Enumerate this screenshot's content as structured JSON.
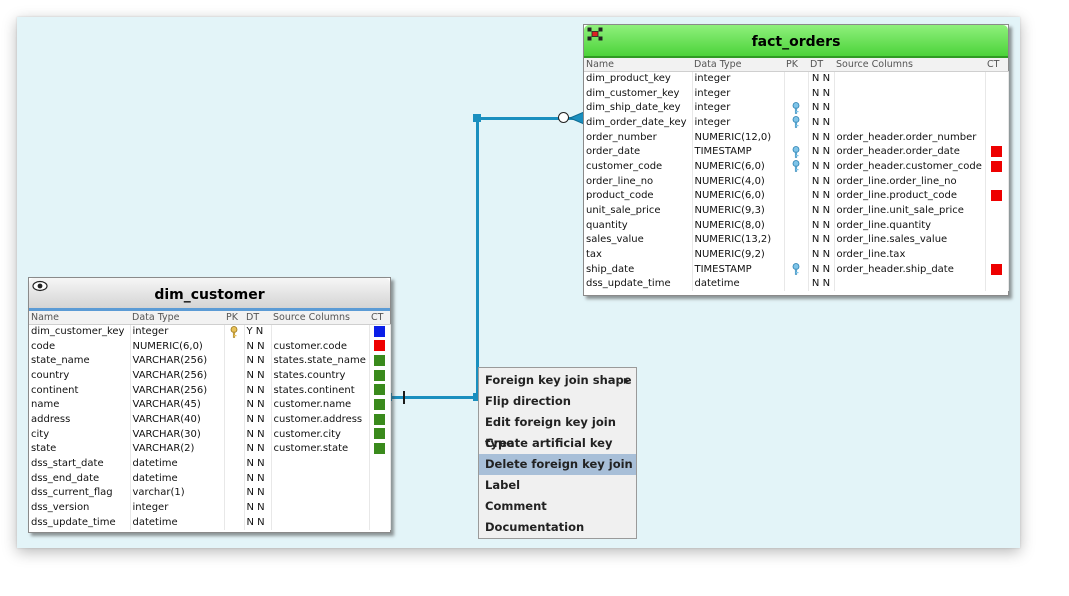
{
  "context_menu": {
    "items": [
      {
        "label": "Foreign key join shape",
        "submenu": true
      },
      {
        "label": "Flip direction"
      },
      {
        "label": "Edit foreign key join type"
      },
      {
        "label": "Create artificial key"
      },
      {
        "label": "Delete foreign key join",
        "highlighted": true
      },
      {
        "label": "Label"
      },
      {
        "label": "Comment"
      },
      {
        "label": "Documentation"
      }
    ]
  },
  "fact_orders": {
    "title": "fact_orders",
    "columns_header": [
      "Name",
      "Data Type",
      "PK",
      "DT",
      "Source Columns",
      "CT"
    ],
    "rows": [
      {
        "name": "dim_product_key",
        "type": "integer",
        "pk": "",
        "key": false,
        "dt": "N",
        "dt2": "N",
        "src": "",
        "ct": ""
      },
      {
        "name": "dim_customer_key",
        "type": "integer",
        "pk": "",
        "key": false,
        "dt": "N",
        "dt2": "N",
        "src": "",
        "ct": ""
      },
      {
        "name": "dim_ship_date_key",
        "type": "integer",
        "pk": "",
        "key": true,
        "dt": "N",
        "dt2": "N",
        "src": "",
        "ct": ""
      },
      {
        "name": "dim_order_date_key",
        "type": "integer",
        "pk": "",
        "key": true,
        "dt": "N",
        "dt2": "N",
        "src": "",
        "ct": ""
      },
      {
        "name": "order_number",
        "type": "NUMERIC(12,0)",
        "pk": "",
        "key": false,
        "dt": "N",
        "dt2": "N",
        "src": "order_header.order_number",
        "ct": ""
      },
      {
        "name": "order_date",
        "type": "TIMESTAMP",
        "pk": "",
        "key": true,
        "dt": "N",
        "dt2": "N",
        "src": "order_header.order_date",
        "ct": "#ee0000"
      },
      {
        "name": "customer_code",
        "type": "NUMERIC(6,0)",
        "pk": "",
        "key": true,
        "dt": "N",
        "dt2": "N",
        "src": "order_header.customer_code",
        "ct": "#ee0000"
      },
      {
        "name": "order_line_no",
        "type": "NUMERIC(4,0)",
        "pk": "",
        "key": false,
        "dt": "N",
        "dt2": "N",
        "src": "order_line.order_line_no",
        "ct": ""
      },
      {
        "name": "product_code",
        "type": "NUMERIC(6,0)",
        "pk": "",
        "key": false,
        "dt": "N",
        "dt2": "N",
        "src": "order_line.product_code",
        "ct": "#ee0000"
      },
      {
        "name": "unit_sale_price",
        "type": "NUMERIC(9,3)",
        "pk": "",
        "key": false,
        "dt": "N",
        "dt2": "N",
        "src": "order_line.unit_sale_price",
        "ct": ""
      },
      {
        "name": "quantity",
        "type": "NUMERIC(8,0)",
        "pk": "",
        "key": false,
        "dt": "N",
        "dt2": "N",
        "src": "order_line.quantity",
        "ct": ""
      },
      {
        "name": "sales_value",
        "type": "NUMERIC(13,2)",
        "pk": "",
        "key": false,
        "dt": "N",
        "dt2": "N",
        "src": "order_line.sales_value",
        "ct": ""
      },
      {
        "name": "tax",
        "type": "NUMERIC(9,2)",
        "pk": "",
        "key": false,
        "dt": "N",
        "dt2": "N",
        "src": "order_line.tax",
        "ct": ""
      },
      {
        "name": "ship_date",
        "type": "TIMESTAMP",
        "pk": "",
        "key": true,
        "dt": "N",
        "dt2": "N",
        "src": "order_header.ship_date",
        "ct": "#ee0000"
      },
      {
        "name": "dss_update_time",
        "type": "datetime",
        "pk": "",
        "key": false,
        "dt": "N",
        "dt2": "N",
        "src": "",
        "ct": ""
      }
    ]
  },
  "dim_customer": {
    "title": "dim_customer",
    "columns_header": [
      "Name",
      "Data Type",
      "PK",
      "DT",
      "Source Columns",
      "CT"
    ],
    "rows": [
      {
        "name": "dim_customer_key",
        "type": "integer",
        "key": true,
        "pk": "Y",
        "dt": "N",
        "src": "",
        "ct": "#0a1ee8"
      },
      {
        "name": "code",
        "type": "NUMERIC(6,0)",
        "key": false,
        "pk": "N",
        "dt": "N",
        "src": "customer.code",
        "ct": "#ee0000"
      },
      {
        "name": "state_name",
        "type": "VARCHAR(256)",
        "key": false,
        "pk": "N",
        "dt": "N",
        "src": "states.state_name",
        "ct": "#3a8a1c"
      },
      {
        "name": "country",
        "type": "VARCHAR(256)",
        "key": false,
        "pk": "N",
        "dt": "N",
        "src": "states.country",
        "ct": "#3a8a1c"
      },
      {
        "name": "continent",
        "type": "VARCHAR(256)",
        "key": false,
        "pk": "N",
        "dt": "N",
        "src": "states.continent",
        "ct": "#3a8a1c"
      },
      {
        "name": "name",
        "type": "VARCHAR(45)",
        "key": false,
        "pk": "N",
        "dt": "N",
        "src": "customer.name",
        "ct": "#3a8a1c"
      },
      {
        "name": "address",
        "type": "VARCHAR(40)",
        "key": false,
        "pk": "N",
        "dt": "N",
        "src": "customer.address",
        "ct": "#3a8a1c"
      },
      {
        "name": "city",
        "type": "VARCHAR(30)",
        "key": false,
        "pk": "N",
        "dt": "N",
        "src": "customer.city",
        "ct": "#3a8a1c"
      },
      {
        "name": "state",
        "type": "VARCHAR(2)",
        "key": false,
        "pk": "N",
        "dt": "N",
        "src": "customer.state",
        "ct": "#3a8a1c"
      },
      {
        "name": "dss_start_date",
        "type": "datetime",
        "key": false,
        "pk": "N",
        "dt": "N",
        "src": "",
        "ct": ""
      },
      {
        "name": "dss_end_date",
        "type": "datetime",
        "key": false,
        "pk": "N",
        "dt": "N",
        "src": "",
        "ct": ""
      },
      {
        "name": "dss_current_flag",
        "type": "varchar(1)",
        "key": false,
        "pk": "N",
        "dt": "N",
        "src": "",
        "ct": ""
      },
      {
        "name": "dss_version",
        "type": "integer",
        "key": false,
        "pk": "N",
        "dt": "N",
        "src": "",
        "ct": ""
      },
      {
        "name": "dss_update_time",
        "type": "datetime",
        "key": false,
        "pk": "N",
        "dt": "N",
        "src": "",
        "ct": ""
      }
    ]
  },
  "icons": {
    "fact_header_icon": "fact-table-icon",
    "dim_header_icon": "eye-icon",
    "pk_key_icon": "gold-key-icon",
    "fk_key_icon": "blue-key-icon"
  },
  "colors": {
    "relationship_line": "#1a8fbf",
    "fact_header": "#4cd33a",
    "canvas_background": "#e3f4f8"
  }
}
